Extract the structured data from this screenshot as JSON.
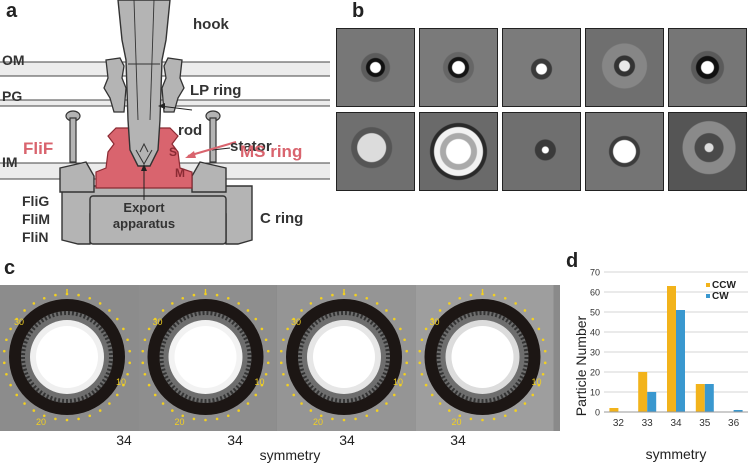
{
  "panels": {
    "a": "a",
    "b": "b",
    "c": "c",
    "d": "d"
  },
  "panel_a": {
    "labels": {
      "hook": "hook",
      "om": "OM",
      "pg": "PG",
      "lp_ring": "LP ring",
      "rod": "rod",
      "stator": "stator",
      "flif": "FliF",
      "ms_ring": "MS ring",
      "im": "IM",
      "s": "S",
      "m": "M",
      "flig": "FliG",
      "flim": "FliM",
      "flin": "FliN",
      "export_line1": "Export",
      "export_line2": "apparatus",
      "c_ring": "C ring"
    },
    "colors": {
      "flif_pink": "#d9646e",
      "gray": "#b4b4b4",
      "membrane": "#ececec"
    }
  },
  "panel_c": {
    "captions": [
      "34",
      "34",
      "34",
      "34"
    ],
    "axis_label": "symmetry",
    "ring_labels": {
      "top": "1",
      "right": "10",
      "bottom_left": "20",
      "left_top": "30"
    },
    "marker_color": "#f2d021"
  },
  "panel_d": {
    "chart_data": {
      "type": "bar",
      "categories": [
        "32",
        "33",
        "34",
        "35",
        "36"
      ],
      "series": [
        {
          "name": "CCW",
          "color": "#f2b31b",
          "values": [
            2,
            20,
            63,
            14,
            0
          ]
        },
        {
          "name": "CW",
          "color": "#3a98cf",
          "values": [
            0,
            10,
            51,
            14,
            1
          ]
        }
      ],
      "xlabel": "symmetry",
      "ylabel": "Particle Number",
      "ylim": [
        0,
        70
      ],
      "yticks": [
        "0",
        "10",
        "20",
        "30",
        "40",
        "50",
        "60",
        "70"
      ],
      "grid": true,
      "legend": "top-right"
    }
  }
}
